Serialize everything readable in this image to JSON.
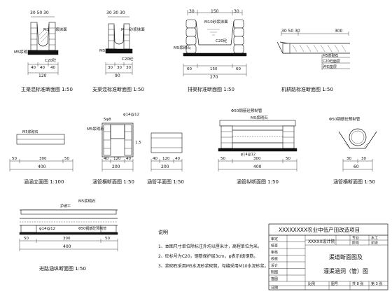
{
  "drawings": {
    "main_canal": {
      "caption": "主渠混标准断面图 1:50",
      "top_dims": "30 50 30",
      "mortar": "M10砂浆抹面",
      "stone_wall": "M5浆砌石",
      "concrete": "C20砼",
      "bottom_dims": [
        "40",
        "40",
        "40"
      ],
      "total": "120"
    },
    "branch_canal": {
      "caption": "支渠混标准断面图 1:50",
      "top_dims": "30 30 30",
      "mortar": "M10砂浆抹面",
      "stone_wall": "M5浆砌石",
      "concrete": "C20砼",
      "bottom_dims": [
        "30",
        "30",
        "30"
      ],
      "total": "90"
    },
    "drain_ditch": {
      "caption": "排渠标准断面图 1:50",
      "top_dims": [
        "30",
        "150",
        "30"
      ],
      "mortar": "M10砂浆抹面",
      "stone_wall": "M5浆砌石",
      "concrete": "C20砼",
      "bottom_dims": [
        "60",
        "150",
        "60"
      ],
      "total": "270"
    },
    "farm_road": {
      "caption": "机耕路标准断面图 1:50",
      "top_dims": "30 50 30",
      "width": "300",
      "layers": [
        "M5浆砌石",
        "C20砼面层",
        "碎石垫层"
      ]
    },
    "culvert_side": {
      "caption": "涵涵立面图 1:100",
      "labels": [
        "M5浆砌石"
      ],
      "dims": [
        "50",
        "300",
        "50"
      ],
      "total": "400"
    },
    "culvert_section": {
      "caption": "涵管横断面图 1:50",
      "labels": [
        "5φ8",
        "φ14@12",
        "M5浆砌石"
      ],
      "dims": [
        "40",
        "120",
        "40"
      ],
      "total": "200",
      "height": "1.5"
    },
    "culvert_plan": {
      "caption": "涵管平面图 1:50",
      "dims": [
        "40",
        "120",
        "40"
      ],
      "total": "200"
    },
    "pipe_longitudinal": {
      "caption": "涵管纵断面图 1:50",
      "labels": [
        "Φ50钢筋砼预制管",
        "M5浆砌石",
        "φ14@12"
      ],
      "dims": [
        "50",
        "300",
        "50"
      ],
      "total": "400"
    },
    "pipe_cross": {
      "caption": "涵管横断面图 1:50",
      "labels": [
        "Φ50钢筋砼预制管"
      ],
      "dims": [
        "30",
        "30"
      ],
      "total": "60"
    },
    "crossing": {
      "caption": "进路涵纵断面图 1:50",
      "labels": [
        "M5浆砌石",
        "护坡工",
        "φ14@12",
        "Φ50钢筋砼预制管"
      ],
      "dims": [
        "50",
        "300",
        "50"
      ],
      "total": "400"
    }
  },
  "notes": {
    "heading": "说明",
    "items": [
      "1、本图尺寸单位除标注外均以厘米计，高程单位为米。",
      "2、砼标号为C20，钢筋保护层3cm，φ表示I级钢筋。",
      "3、浆砌石采用M5水泥砂浆砌筑，勾缝采用M10水泥砂浆。"
    ]
  },
  "title_block": {
    "project": "XXXXXXXX农业中低产田改造项目",
    "rows": [
      "审定",
      "核查",
      "审核",
      "校核",
      "设计",
      "制图",
      "描图"
    ],
    "unit": "XXXXX设计院",
    "stage_label": "阶段",
    "stage_value": "初设",
    "dept_label": "专业",
    "dept_value": "水工",
    "drawing_title_1": "渠道断面图及",
    "drawing_title_2": "灌渠涵洞（管）图",
    "bottom_labels": [
      "比例",
      "图号",
      "共 8 张",
      "第 3 张"
    ],
    "date_label": "日期"
  }
}
